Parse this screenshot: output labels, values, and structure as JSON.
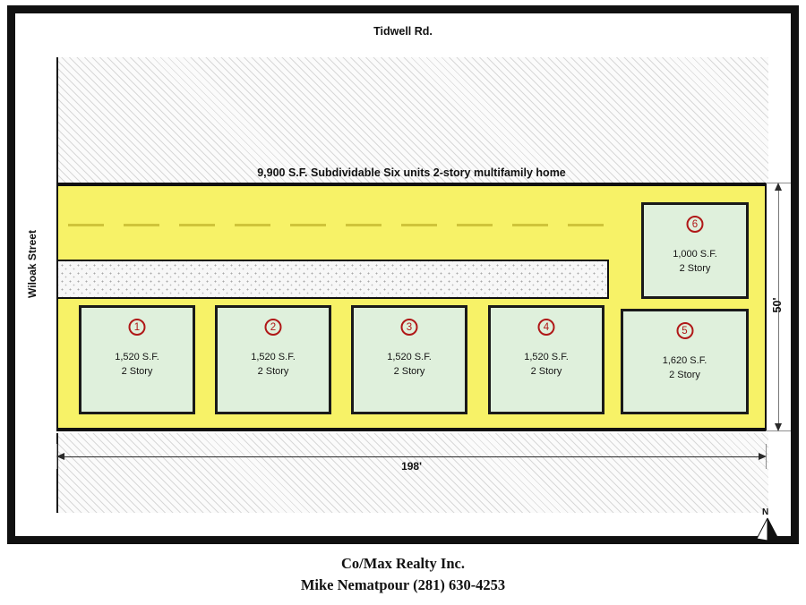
{
  "plan": {
    "top_street_label": "Tidwell Rd.",
    "left_street_label": "Wiloak Street",
    "parcel_note": "9,900 S.F.  Subdividable Six units 2-story multifamily home",
    "lot_color": "#f7f267",
    "unit_color": "#dff0dc",
    "unit_number_color": "#b01818",
    "dimensions": {
      "width_label": "198'",
      "height_label": "50'"
    },
    "compass": {
      "label": "N"
    },
    "units": [
      {
        "number": "1",
        "area": "1,520 S.F.",
        "stories": "2 Story"
      },
      {
        "number": "2",
        "area": "1,520 S.F.",
        "stories": "2 Story"
      },
      {
        "number": "3",
        "area": "1,520 S.F.",
        "stories": "2 Story"
      },
      {
        "number": "4",
        "area": "1,520 S.F.",
        "stories": "2 Story"
      },
      {
        "number": "5",
        "area": "1,620 S.F.",
        "stories": "2 Story"
      },
      {
        "number": "6",
        "area": "1,000 S.F.",
        "stories": "2 Story"
      }
    ]
  },
  "footer": {
    "company": "Co/Max Realty Inc.",
    "contact": "Mike Nematpour (281) 630-4253"
  }
}
